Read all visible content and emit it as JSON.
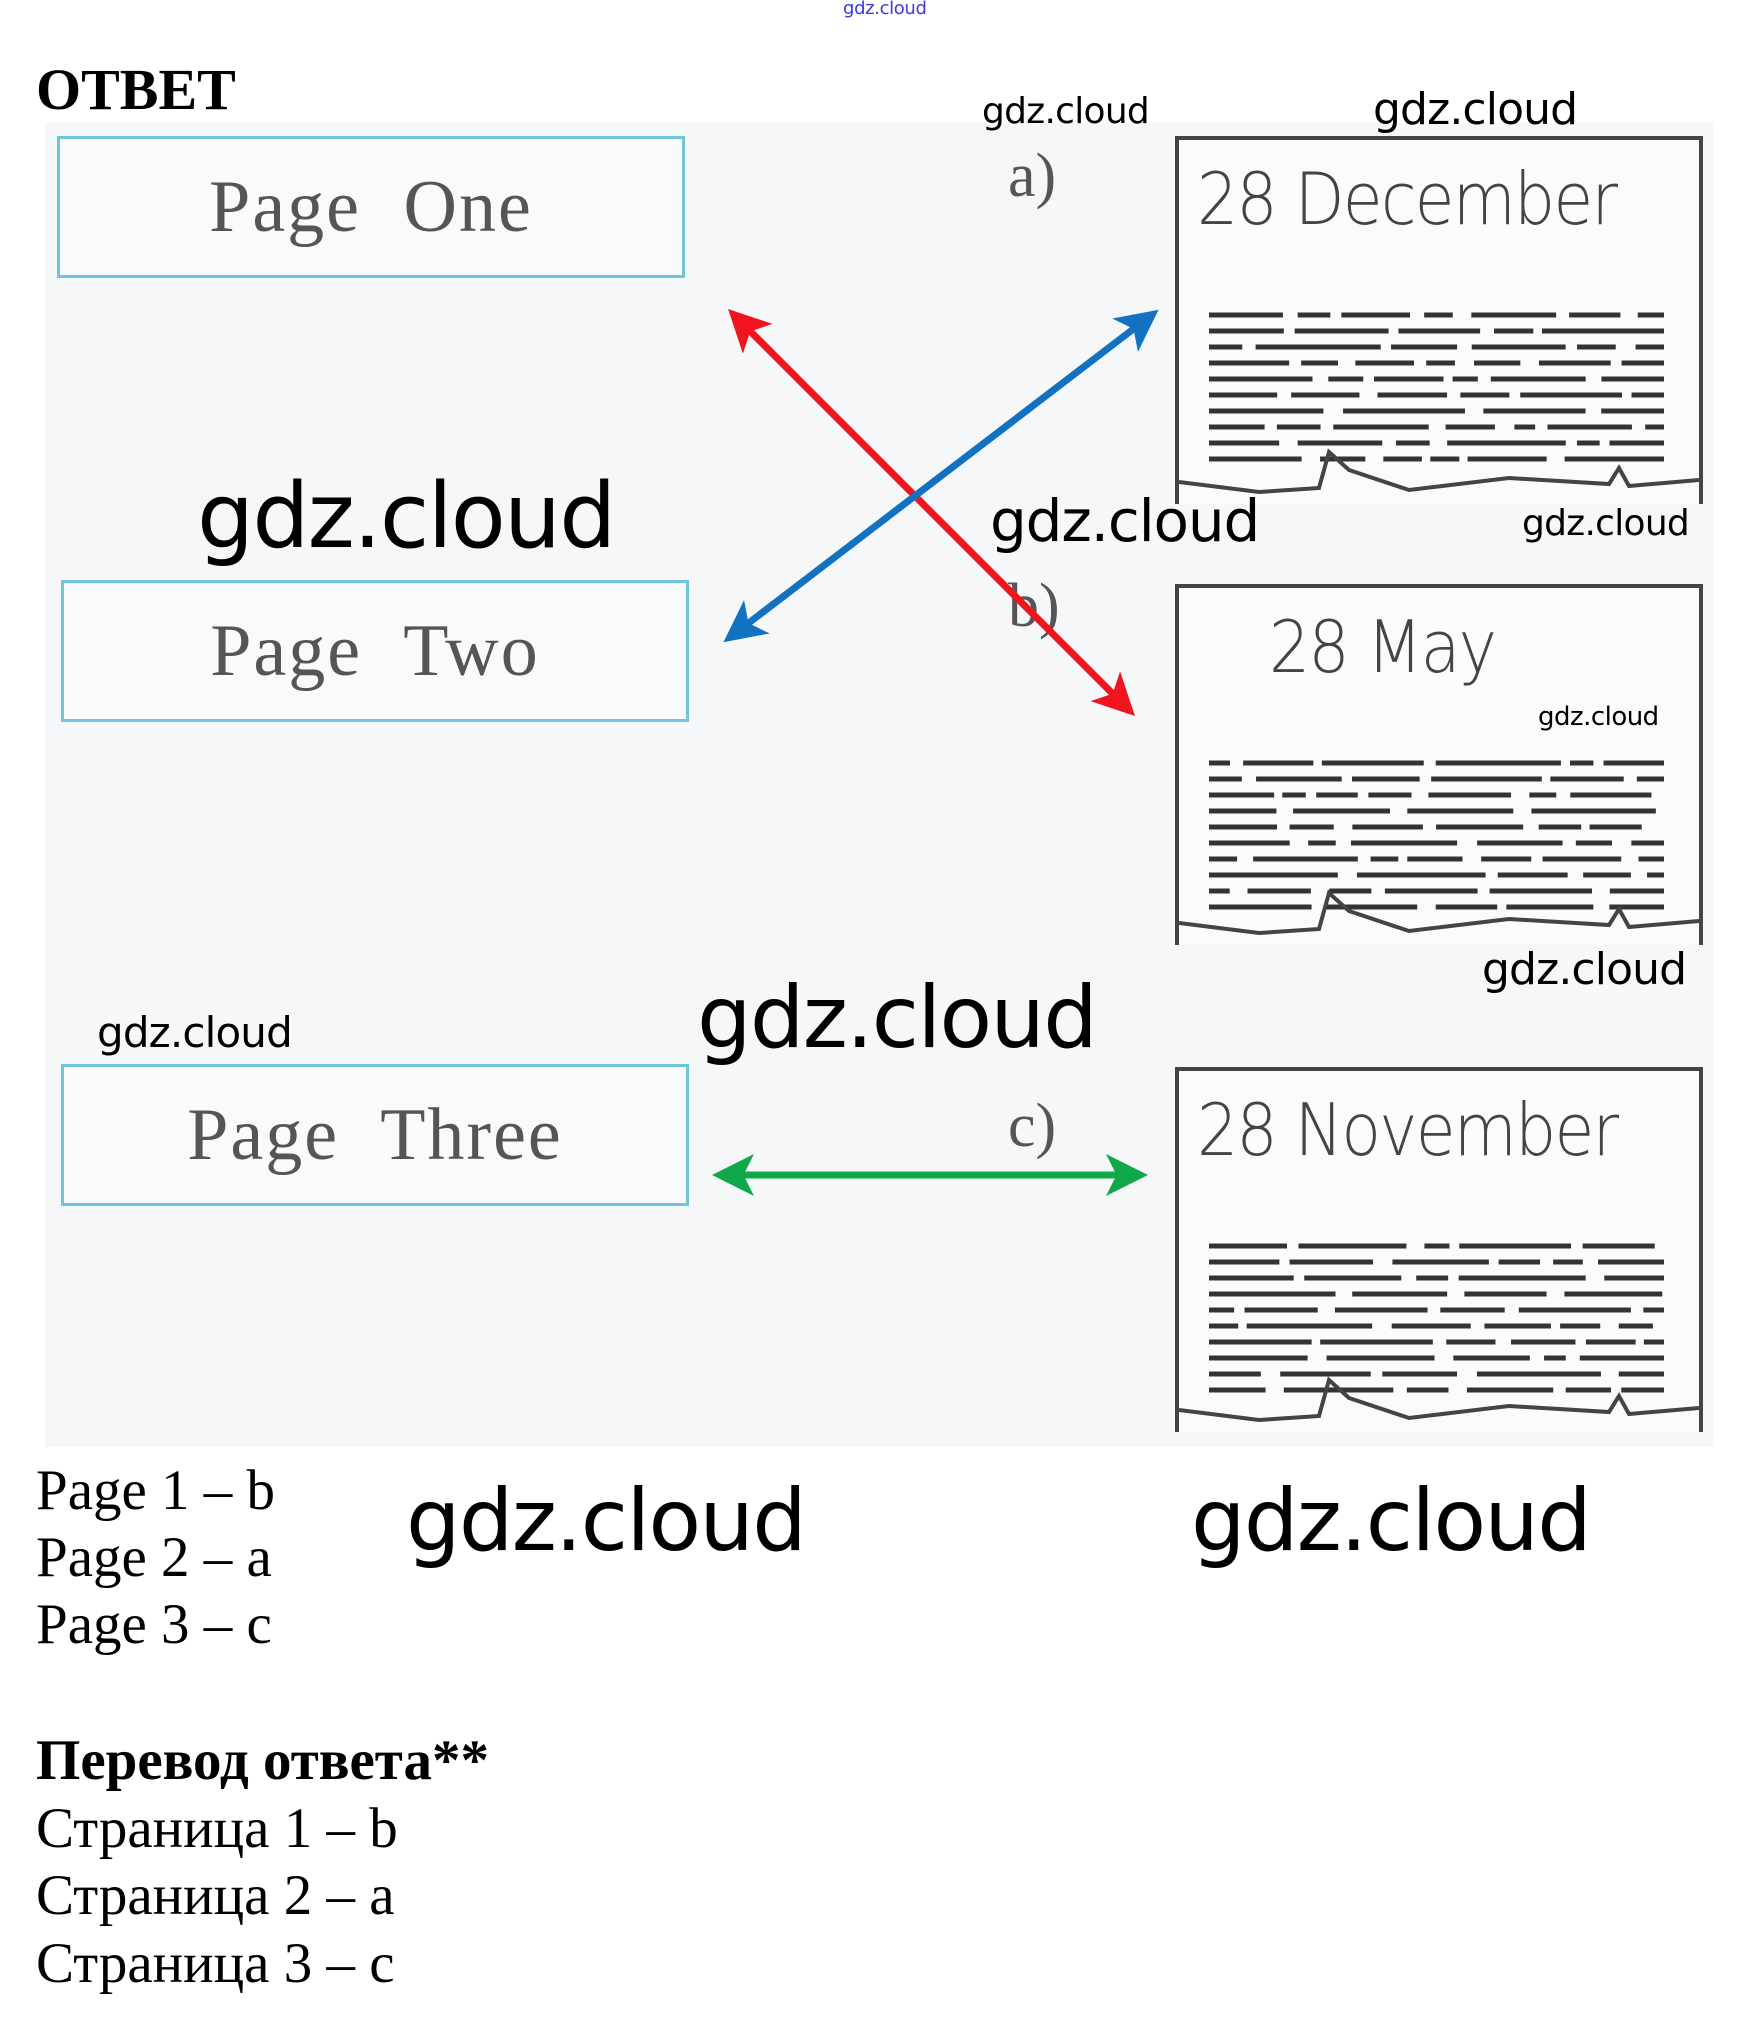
{
  "watermark": "gdz.cloud",
  "heading": "ОТВЕТ",
  "figure": {
    "pages": [
      "Page One",
      "Page Two",
      "Page Three"
    ],
    "letters": [
      "a)",
      "b)",
      "c)"
    ],
    "dates": [
      "28 December",
      "28 May",
      "28 November"
    ],
    "arrow_colors": {
      "page1_to_b": "#f0141e",
      "page2_to_a": "#1272c2",
      "page3_to_c": "#10a84a"
    }
  },
  "answers": [
    "Page 1 – b",
    "Page 2 – a",
    "Page 3 – c"
  ],
  "translation": {
    "title": "Перевод ответа**",
    "lines": [
      "Страница 1 – b",
      "Страница 2 – a",
      "Страница 3 – c"
    ]
  }
}
